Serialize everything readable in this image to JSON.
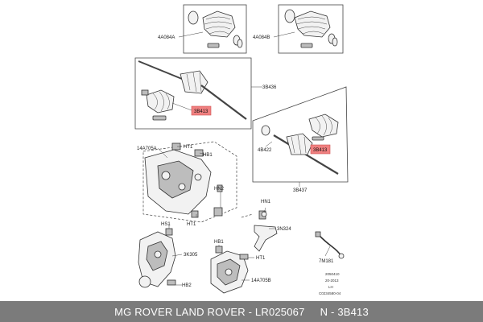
{
  "caption": "MG ROVER LAND ROVER - LR025067     N - 3B413",
  "highlight_color": "#f08080",
  "labels": {
    "4a084a": "4A084A",
    "4a084b": "4A084B",
    "3b436": "3B436",
    "3b413_left": "3B413",
    "3b413_right": "3B413",
    "4b422": "4B422",
    "3b437": "3B437",
    "14a705a": "14A705A",
    "ht1_a": "HT1",
    "hb1_a": "HB1",
    "hn2": "HN2",
    "ht1_b": "HT1",
    "hn1": "HN1",
    "3n324": "3N324",
    "hs1": "HS1",
    "3k305": "3K305",
    "hb1_b": "HB1",
    "ht1_c": "HT1",
    "14a705b": "14A705B",
    "hb2": "HB2",
    "7m181": "7M181"
  },
  "notes": [
    "2050410",
    "20-2013",
    "LH",
    "C0234580-04"
  ]
}
